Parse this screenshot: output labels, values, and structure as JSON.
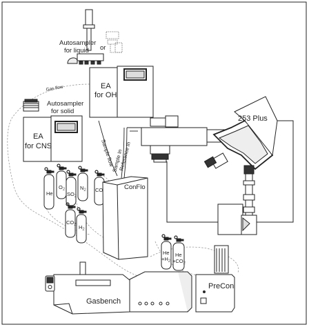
{
  "labels": {
    "autosampler_liquid_1": "Autosampler",
    "autosampler_liquid_2": "for liquid",
    "or_text": "or",
    "autosampler_solid_1": "Autosampler",
    "autosampler_solid_2": "for solid",
    "ea_oh_1": "EA",
    "ea_oh_2": "for OH",
    "ea_cns_1": "EA",
    "ea_cns_2": "for CNS",
    "gas_flow": "Gas flow",
    "sample_flow": "Sample flow",
    "sample_in": "Sample In",
    "reference_in": "Reference In",
    "irms": "253 Plus",
    "conflo": "ConFlo",
    "gasbench": "Gasbench",
    "precon": "PreCon"
  },
  "gas_cylinders": [
    {
      "main": "He",
      "sub": ""
    },
    {
      "main": "O",
      "sub": "2"
    },
    {
      "main": "SO",
      "sub": "2"
    },
    {
      "main": "N",
      "sub": "2"
    },
    {
      "main": "CO",
      "sub": ""
    },
    {
      "main": "CO",
      "sub": "2"
    },
    {
      "main": "H",
      "sub": "2"
    },
    {
      "main": "He",
      "sub": ""
    },
    {
      "main": "+H",
      "sub": "2"
    },
    {
      "main": "He",
      "sub": ""
    },
    {
      "main": "+CO",
      "sub": "2"
    }
  ],
  "colors": {
    "line": "#222222",
    "gas_line": "#9a9a9a",
    "fill": "#ffffff",
    "shade": "#e6e6e6",
    "dark": "#333333"
  }
}
